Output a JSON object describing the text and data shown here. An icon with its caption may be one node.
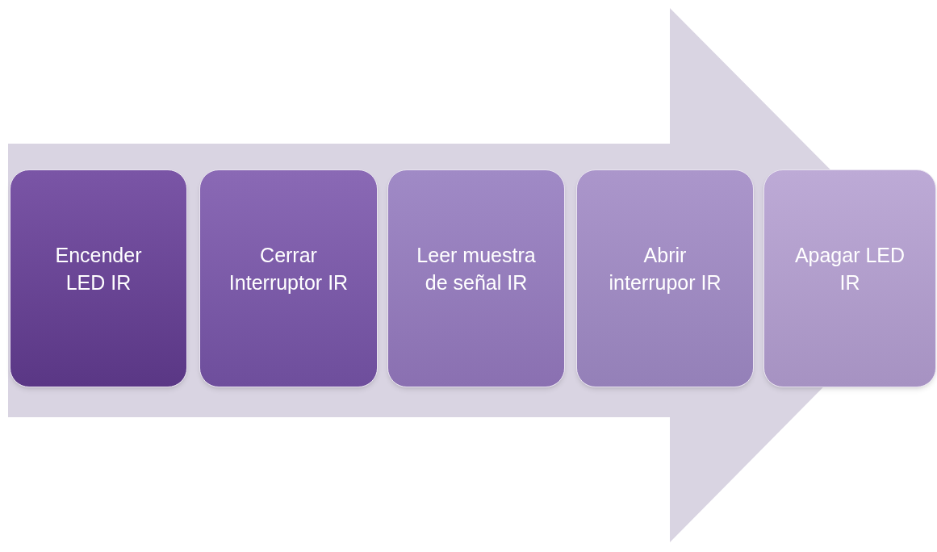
{
  "diagram": {
    "nodes": [
      {
        "text": [
          "Encender LED IR"
        ]
      },
      {
        "text": [
          "Cerrar Interruptor IR"
        ]
      },
      {
        "text": [
          "Leer muestra de señal IR"
        ]
      },
      {
        "text": [
          "Abrir interrupor IR"
        ]
      },
      {
        "text": [
          "Apagar LED IR"
        ]
      }
    ],
    "edges": [
      {
        "from": 0,
        "to": 4,
        "arrow": "to"
      }
    ]
  }
}
